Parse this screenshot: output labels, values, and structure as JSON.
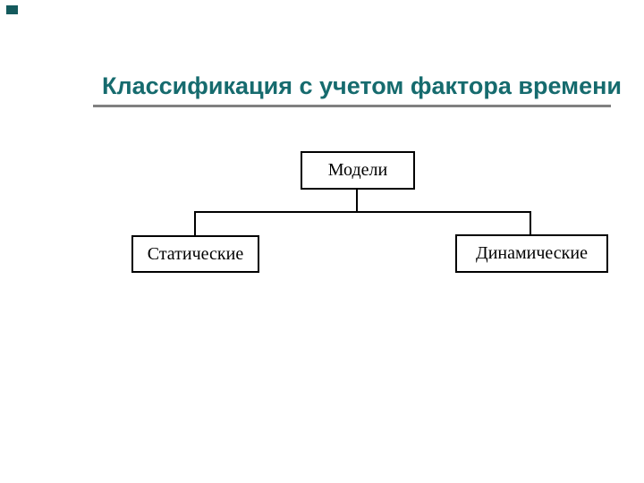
{
  "slide": {
    "title": "Классификация с учетом фактора времени"
  },
  "diagram": {
    "type": "tree",
    "root": {
      "label": "Модели"
    },
    "children": [
      {
        "label": "Статические"
      },
      {
        "label": "Динамические"
      }
    ]
  },
  "colors": {
    "title_color": "#166b6e",
    "rule_color": "#808080",
    "corner_marker_color": "#145a5d",
    "diagram_line_color": "#000000",
    "node_background": "#ffffff",
    "node_text_color": "#000000",
    "slide_background": "#ffffff"
  }
}
